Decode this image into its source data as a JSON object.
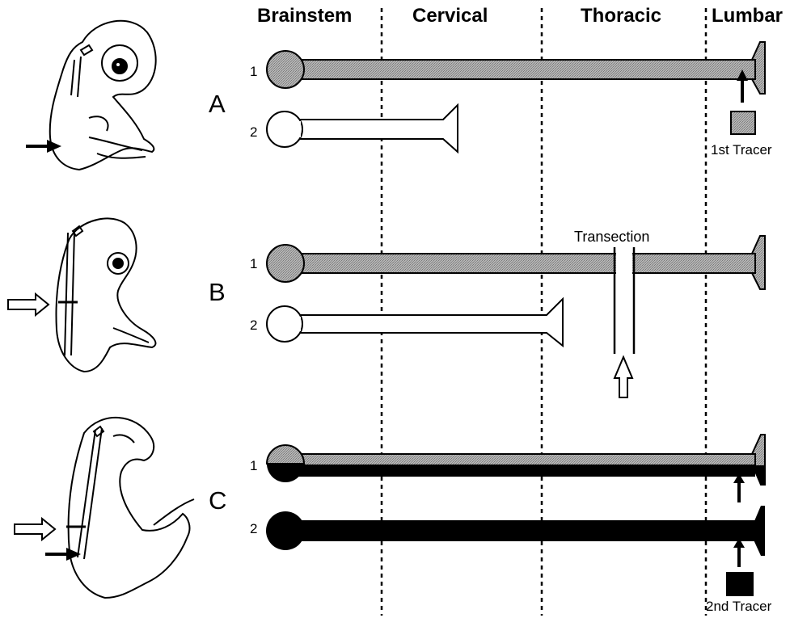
{
  "regions": [
    "Brainstem",
    "Cervical",
    "Thoracic",
    "Lumbar"
  ],
  "panels": [
    "A",
    "B",
    "C"
  ],
  "neuron_numbers": [
    "1",
    "2"
  ],
  "labels": {
    "first_tracer": "1st Tracer",
    "second_tracer": "2nd Tracer",
    "transection": "Transection"
  },
  "colors": {
    "tracer1_fill": "#a8a8a8",
    "tracer2_fill": "#000000",
    "unlabeled_fill": "#ffffff",
    "line": "#000000"
  },
  "icons": {
    "filled_arrow": "filled-arrow-icon",
    "open_arrow": "open-arrow-icon"
  }
}
